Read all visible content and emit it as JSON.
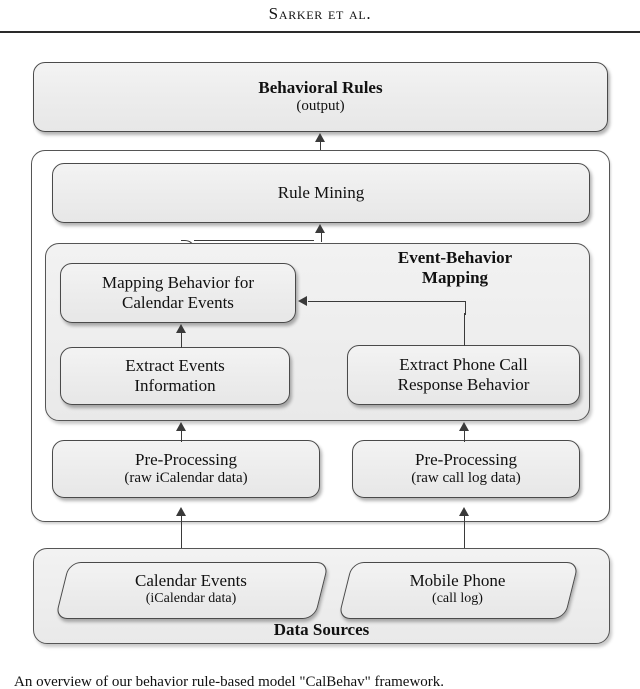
{
  "page": {
    "running_head": "Sarker et al."
  },
  "diagram": {
    "output_box": {
      "line1": "Behavioral Rules",
      "line2": "(output)"
    },
    "rule_mining": {
      "line1": "Rule Mining"
    },
    "event_behavior_group": {
      "label_line1": "Event-Behavior",
      "label_line2": "Mapping"
    },
    "mapping_behavior": {
      "line1": "Mapping Behavior for",
      "line2": "Calendar Events"
    },
    "extract_events": {
      "line1": "Extract Events",
      "line2": "Information"
    },
    "extract_phone_call": {
      "line1": "Extract Phone Call",
      "line2": "Response Behavior"
    },
    "preprocess_calendar": {
      "line1": "Pre-Processing",
      "line2": "(raw iCalendar data)"
    },
    "preprocess_calllog": {
      "line1": "Pre-Processing",
      "line2": "(raw call log data)"
    },
    "data_sources_group": {
      "label": "Data Sources"
    },
    "source_calendar": {
      "line1": "Calendar Events",
      "line2": "(iCalendar data)"
    },
    "source_phone": {
      "line1": "Mobile Phone",
      "line2": "(call log)"
    }
  },
  "caption": {
    "text": "An overview of our behavior rule-based model \"CalBehav\" framework."
  },
  "colors": {
    "node_fill": "#ececec",
    "node_border": "#4a4a4a",
    "connector": "#3a3a3a",
    "text": "#111111",
    "page_background": "#ffffff"
  }
}
